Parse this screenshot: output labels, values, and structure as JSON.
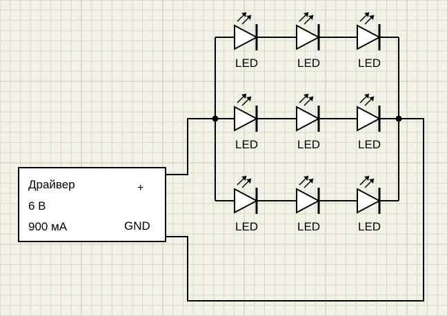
{
  "driver": {
    "name": "Драйвер",
    "voltage": "6 В",
    "current": "900 мА",
    "plus_label": "+",
    "gnd_label": "GND"
  },
  "led_label": "LED",
  "led_rows": 3,
  "led_cols": 3,
  "colors": {
    "background": "#f3f2e6",
    "grid_minor": "#d9d8c6",
    "grid_major": "#c9c8b4",
    "wire": "#000000"
  }
}
